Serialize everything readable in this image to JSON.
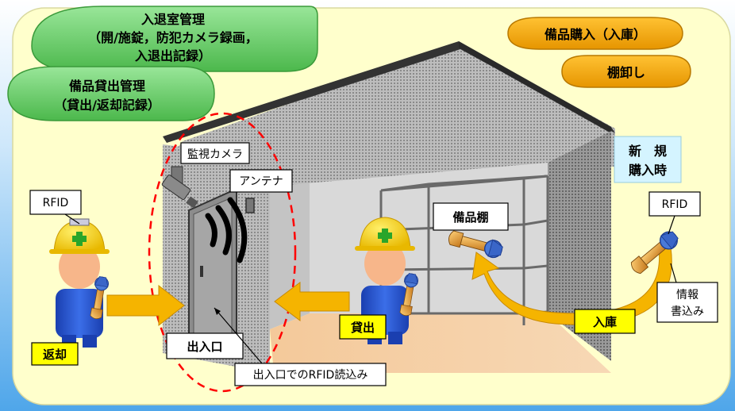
{
  "bubbles": {
    "entry_management": [
      "入退室管理",
      "（開/施錠，防犯カメラ録画，",
      "入退出記録）"
    ],
    "lending_management": [
      "備品貸出管理",
      "（貸出/返却記録）"
    ],
    "purchase": "備品購入（入庫）",
    "inventory": "棚卸し"
  },
  "labels": {
    "camera": "監視カメラ",
    "antenna": "アンテナ",
    "rfid_left": "RFID",
    "rfid_right": "RFID",
    "shelf": "備品棚",
    "new_purchase": [
      "新　規",
      "購入時"
    ],
    "info_write": [
      "情報",
      "書込み"
    ],
    "return": "返却",
    "lend": "貸出",
    "stock_in": "入庫",
    "door": "出入口",
    "rfid_read": "出入口でのRFID読込み"
  },
  "colors": {
    "background_outer": "#5ab0f0",
    "background_panel": "#ffffcc",
    "green_bubble": "#66cc66",
    "orange_bubble": "#f5a800",
    "yellow_tag": "#ffff00",
    "arrow_orange": "#f5b400",
    "dashed_circle": "#ff0000"
  },
  "icons": [
    "helmet-icon",
    "wrench-icon",
    "camera-icon",
    "antenna-wave-icon",
    "person-icon"
  ]
}
